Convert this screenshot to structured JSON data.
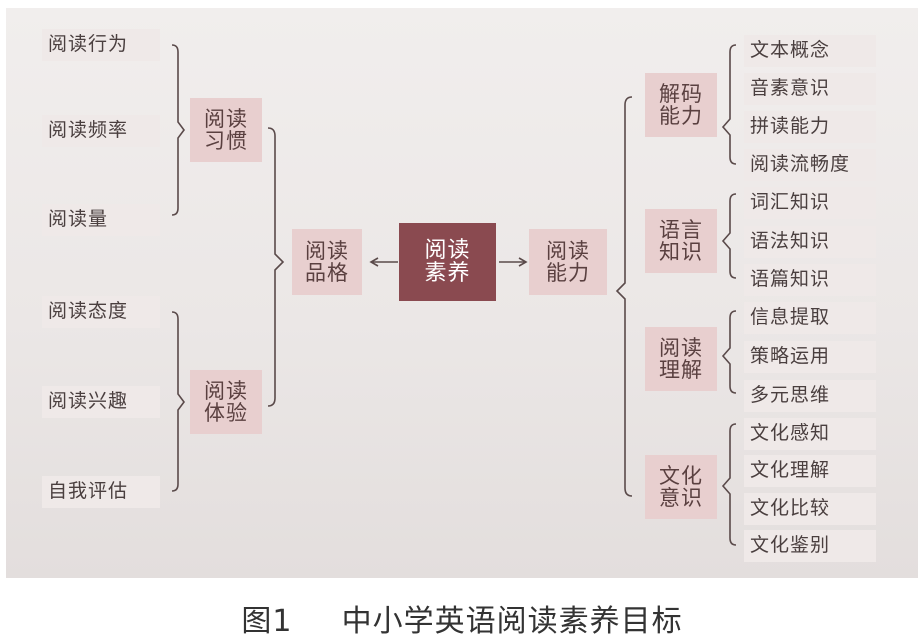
{
  "caption": {
    "figure": "图1",
    "title": "中小学英语阅读素养目标"
  },
  "center": {
    "line1": "阅读",
    "line2": "素养"
  },
  "left_branch": {
    "label": {
      "line1": "阅读",
      "line2": "品格"
    },
    "groups": [
      {
        "label": {
          "line1": "阅读",
          "line2": "习惯"
        },
        "items": [
          "阅读行为",
          "阅读频率",
          "阅读量"
        ]
      },
      {
        "label": {
          "line1": "阅读",
          "line2": "体验"
        },
        "items": [
          "阅读态度",
          "阅读兴趣",
          "自我评估"
        ]
      }
    ]
  },
  "right_branch": {
    "label": {
      "line1": "阅读",
      "line2": "能力"
    },
    "groups": [
      {
        "label": {
          "line1": "解码",
          "line2": "能力"
        },
        "items": [
          "文本概念",
          "音素意识",
          "拼读能力",
          "阅读流畅度"
        ]
      },
      {
        "label": {
          "line1": "语言",
          "line2": "知识"
        },
        "items": [
          "词汇知识",
          "语法知识",
          "语篇知识"
        ]
      },
      {
        "label": {
          "line1": "阅读",
          "line2": "理解"
        },
        "items": [
          "信息提取",
          "策略运用",
          "多元思维"
        ]
      },
      {
        "label": {
          "line1": "文化",
          "line2": "意识"
        },
        "items": [
          "文化感知",
          "文化理解",
          "文化比较",
          "文化鉴别"
        ]
      }
    ]
  },
  "colors": {
    "core": "#8a4a50",
    "mid": "#e8cfcf",
    "leaf": "#efe9e8",
    "line": "#5a4a4a"
  }
}
